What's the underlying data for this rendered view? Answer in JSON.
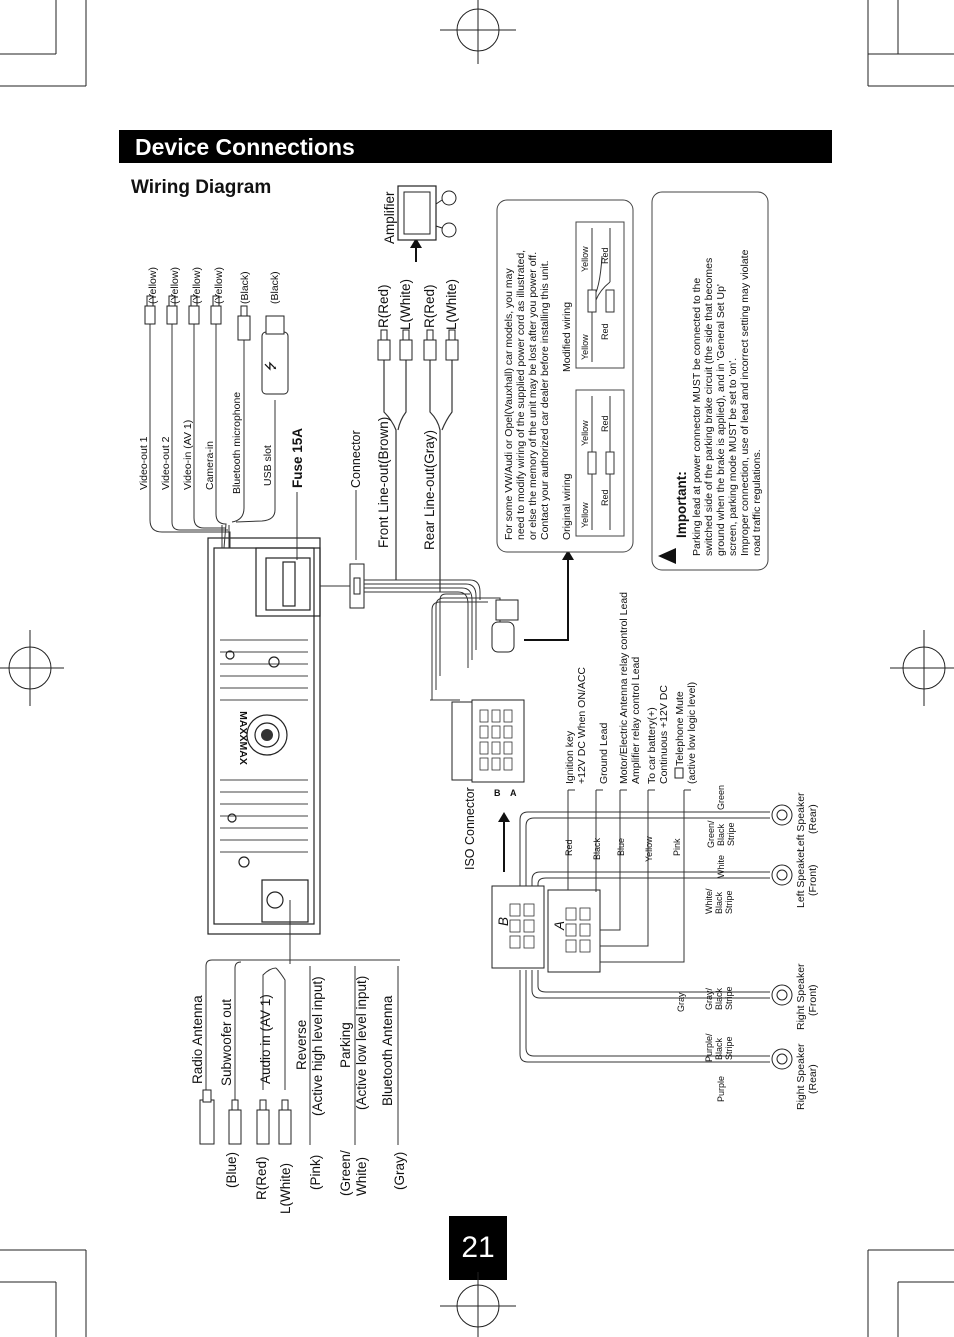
{
  "header": {
    "title": "Device Connections"
  },
  "subtitle": "Wiring Diagram",
  "page_number": "21",
  "unit_logo": "MAXXMAX",
  "top_av": {
    "outputs": [
      {
        "label": "Video-out 1",
        "color": "(Yellow)"
      },
      {
        "label": "Video-out 2",
        "color": "(Yellow)"
      },
      {
        "label": "Video-in (AV 1)",
        "color": "(Yellow)"
      },
      {
        "label": "Camera-in",
        "color": "(Yellow)"
      },
      {
        "label": "Bluetooth microphone",
        "color": "(Black)"
      },
      {
        "label": "USB slot",
        "color": "(Black)"
      }
    ],
    "fuse": "Fuse 15A",
    "connector": "Connector"
  },
  "line_out": {
    "front": "Front Line-out(Brown)",
    "rear": "Rear Line-out(Gray)",
    "plugs": [
      "R(Red)",
      "L(White)",
      "R(Red)",
      "L(White)"
    ],
    "amplifier": "Amplifier"
  },
  "left_group": {
    "items": [
      {
        "label": "Radio Antenna",
        "color": "(Blue)"
      },
      {
        "label": "Subwoofer out",
        "color": "R(Red)"
      },
      {
        "label": "Audio in (AV 1)",
        "color": "L(White)"
      },
      {
        "label": "Reverse",
        "sub": "(Active high level input)",
        "color": "(Pink)"
      },
      {
        "label": "Parking",
        "sub": "(Active low level input)",
        "color1": "(Green/",
        "color2": "White)"
      },
      {
        "label": "Bluetooth Antenna",
        "color": "(Gray)"
      }
    ]
  },
  "iso": {
    "label": "ISO Connector",
    "letter_b": "B",
    "letter_a": "A",
    "wires": [
      {
        "color": "Red",
        "desc1": "Ignition key",
        "desc2": "+12V DC When ON/ACC"
      },
      {
        "color": "Black",
        "desc1": "Ground Lead"
      },
      {
        "color": "Blue",
        "desc1": "Motor/Electric Antenna relay control Lead",
        "desc2": "Amplifier relay control Lead"
      },
      {
        "color": "Yellow",
        "desc1": "To car battery(+)",
        "desc2": "Continuous +12V DC"
      },
      {
        "color": "Pink",
        "desc1": "Telephone Mute",
        "desc2": "(active low logic level)"
      }
    ]
  },
  "speakers": [
    {
      "name1": "Left Speaker",
      "name2": "(Rear)",
      "plain": "Green",
      "stripe1": "Green/",
      "stripe2": "Black",
      "stripe3": "Stripe"
    },
    {
      "name1": "Left Speaker",
      "name2": "(Front)",
      "plain": "White",
      "stripe1": "White/",
      "stripe2": "Black",
      "stripe3": "Stripe"
    },
    {
      "name1": "Right Speaker",
      "name2": "(Front)",
      "plain": "Gray",
      "stripe1": "Gray/",
      "stripe2": "Black",
      "stripe3": "Stripe"
    },
    {
      "name1": "Right Speaker",
      "name2": "(Rear)",
      "plain": "Purple",
      "stripe1": "Purple/",
      "stripe2": "Black",
      "stripe3": "Stripe"
    }
  ],
  "note_box": {
    "lines": [
      "For some VW/Audi or Opel(Vauxhall) car models, you may",
      "need to modify wiring of the supplied power cord as illustrated,",
      "or else the memory of the unit may be lost after you power off.",
      "Contact your authorized car dealer before installing this unit."
    ],
    "original_title": "Original wiring",
    "modified_title": "Modified wiring",
    "yellow": "Yellow",
    "red": "Red"
  },
  "important_box": {
    "title": "Important:",
    "lines": [
      "Parking lead at power connector MUST be connected  to the",
      "switched side of the parking brake circuit (the  side that becomes",
      "ground when the brake is applied), and in 'General Set Up'",
      "screen, parking mode MUST  be set to 'on'.",
      "Improper connection, use of lead and incorrect setting  may violate",
      "road traffic regulations."
    ]
  }
}
